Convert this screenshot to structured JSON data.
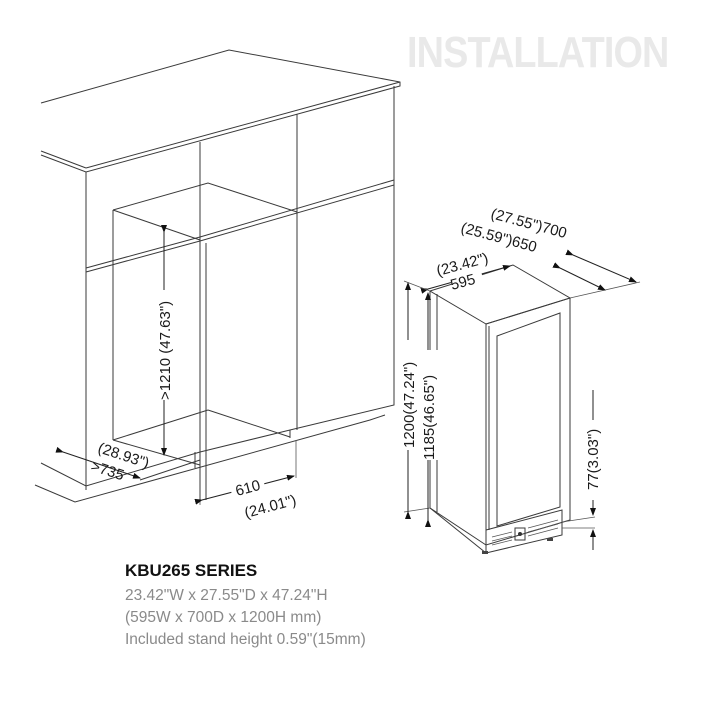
{
  "header": {
    "title": "INSTALLATION"
  },
  "cutout": {
    "height_label": ">1210 (47.63\")",
    "depth_mm_label": ">735",
    "depth_in_label": "(28.93\")",
    "width_mm_label": "610",
    "width_in_label": "(24.01\")"
  },
  "unit": {
    "depth_total_label": "(27.55\")700",
    "depth_body_label": "(25.59\")650",
    "width_in_label": "(23.42\")",
    "width_mm_label": "595",
    "height_total_label": "1200(47.24\")",
    "height_body_label": "1185(46.65\")",
    "toe_kick_label": "77(3.03\")"
  },
  "specs": {
    "series": "KBU265 SERIES",
    "dims_in": "23.42\"W x 27.55\"D x 47.24\"H",
    "dims_mm": "(595W x 700D x 1200H mm)",
    "stand": "Included stand height 0.59\"(15mm)"
  },
  "colors": {
    "title": "#e9e9e9",
    "lines": "#3a3a3a",
    "spec_text": "#8a8a8a"
  }
}
